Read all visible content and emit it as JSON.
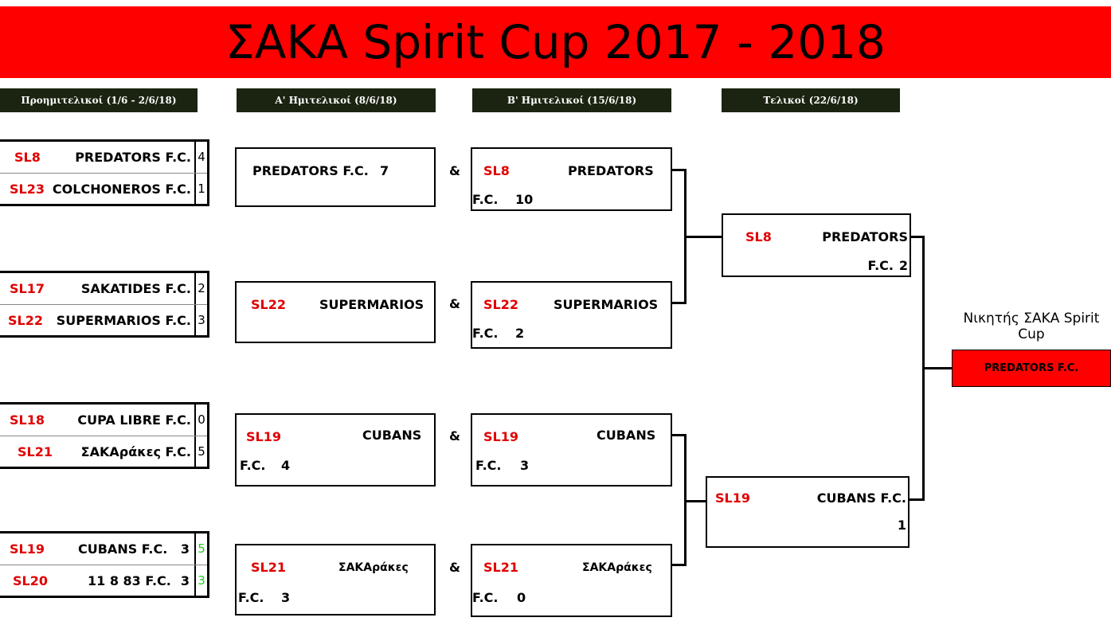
{
  "title": "ΣΑΚΑ Spirit Cup 2017 - 2018",
  "rounds": [
    "Προημιτελικοί (1/6 - 2/6/18)",
    "Α' Ημιτελικοί (8/6/18)",
    "Β' Ημιτελικοί (15/6/18)",
    "Τελικοί (22/6/18)"
  ],
  "quarterfinals": [
    {
      "a_code": "SL8",
      "a_team": "PREDATORS F.C.",
      "a_score": "4",
      "b_code": "SL23",
      "b_team": "COLCHONEROS F.C.",
      "b_score": "1"
    },
    {
      "a_code": "SL17",
      "a_team": "SAKATIDES F.C.",
      "a_score": "2",
      "b_code": "SL22",
      "b_team": "SUPERMARIOS F.C.",
      "b_score": "3"
    },
    {
      "a_code": "SL18",
      "a_team": "CUPA LIBRE F.C.",
      "a_score": "0",
      "b_code": "SL21",
      "b_team": "ΣΑΚΑράκες F.C.",
      "b_score": "5"
    },
    {
      "a_code": "SL19",
      "a_team": "CUBANS F.C.",
      "a_pen": "3",
      "a_score": "5",
      "b_code": "SL20",
      "b_team": "11 8 83 F.C.",
      "b_pen": "3",
      "b_score": "3"
    }
  ],
  "semi_a": [
    {
      "code": "",
      "team": "PREDATORS F.C.",
      "line2": "",
      "score": "7"
    },
    {
      "code": "SL22",
      "team": "SUPERMARIOS",
      "line2": "",
      "score": ""
    },
    {
      "code": "SL19",
      "team": "CUBANS",
      "line2": "F.C.",
      "score": "4"
    },
    {
      "code": "SL21",
      "team": "ΣΑΚΑράκες",
      "line2": "F.C.",
      "score": "3"
    }
  ],
  "amp": "&",
  "semi_b": [
    {
      "code": "SL8",
      "team": "PREDATORS",
      "line2": "F.C.",
      "score": "10"
    },
    {
      "code": "SL22",
      "team": "SUPERMARIOS",
      "line2": "F.C.",
      "score": "2"
    },
    {
      "code": "SL19",
      "team": "CUBANS",
      "line2": "F.C.",
      "score": "3"
    },
    {
      "code": "SL21",
      "team": "ΣΑΚΑράκες",
      "line2": "F.C.",
      "score": "0"
    }
  ],
  "finals": [
    {
      "code": "SL8",
      "team": "PREDATORS",
      "line2": "F.C.",
      "score": "2"
    },
    {
      "code": "SL19",
      "team": "CUBANS F.C.",
      "line2": "",
      "score": "1"
    }
  ],
  "winner": {
    "caption": "Νικητής ΣΑΚΑ Spirit Cup",
    "team": "PREDATORS F.C."
  },
  "colors": {
    "banner": "#ff0000",
    "header_bg": "#1b2410",
    "code": "#e00000",
    "penalty_green": "#22cc22"
  }
}
